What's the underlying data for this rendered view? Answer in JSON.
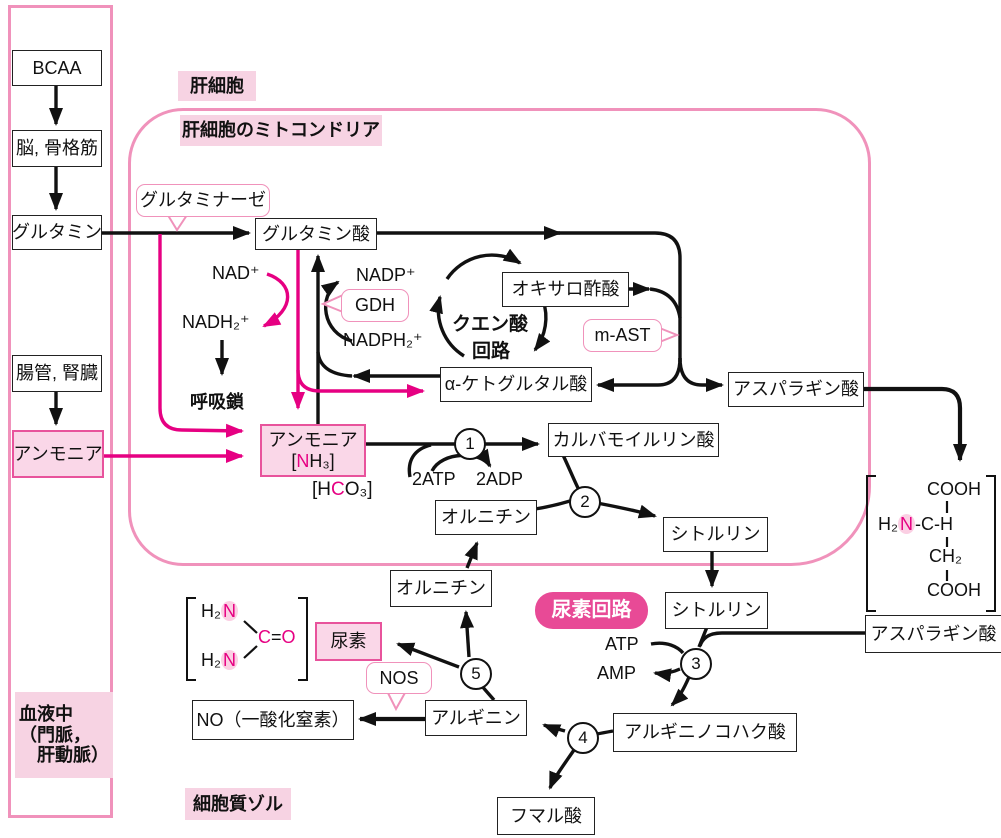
{
  "regions": {
    "hepatocyte_label": "肝細胞",
    "mitochondria_label": "肝細胞のミトコンドリア",
    "cytosol_label": "細胞質ゾル",
    "urea_cycle_badge": "尿素回路",
    "blood_label_lines": [
      "血液中",
      "（門脈，",
      "　肝動脈）"
    ]
  },
  "blood_column": {
    "bcaa": "BCAA",
    "brain_muscle": "脳, 骨格筋",
    "glutamine": "グルタミン",
    "intestine_kidney": "腸管, 腎臓",
    "ammonia": "アンモニア"
  },
  "enzymes": {
    "glutaminase": "グルタミナーゼ",
    "gdh": "GDH",
    "m_ast": "m-AST",
    "nos": "NOS"
  },
  "metabolites": {
    "glutamate": "グルタミン酸",
    "oxaloacetate": "オキサロ酢酸",
    "alpha_ketoglutarate": "α-ケトグルタル酸",
    "aspartate_top": "アスパラギン酸",
    "aspartate_bottom": "アスパラギン酸",
    "ammonia_line1": "アンモニア",
    "ammonia_nh3": {
      "open": "[",
      "n": "N",
      "rest": "H₃]"
    },
    "hco3": {
      "open": "[H",
      "c": "C",
      "rest": "O₃]"
    },
    "carbamoyl_phosphate": "カルバモイルリン酸",
    "ornithine_mito": "オルニチン",
    "ornithine_cyto": "オルニチン",
    "citrulline_mito": "シトルリン",
    "citrulline_cyto": "シトルリン",
    "argininosuccinate": "アルギニノコハク酸",
    "arginine": "アルギニン",
    "fumarate": "フマル酸",
    "urea": "尿素",
    "nitric_oxide": "NO（一酸化窒素）"
  },
  "cofactors": {
    "nad": "NAD⁺",
    "nadh2": "NADH₂⁺",
    "nadp": "NADP⁺",
    "nadph2": "NADPH₂⁺",
    "atp2": "2ATP",
    "adp2": "2ADP",
    "atp": "ATP",
    "amp": "AMP"
  },
  "texts": {
    "citric_line1": "クエン酸",
    "citric_line2": "回路",
    "respiratory_chain": "呼吸鎖"
  },
  "steps": [
    "1",
    "2",
    "3",
    "4",
    "5"
  ],
  "structures": {
    "urea": {
      "h2_top": "H₂",
      "n_top": "N",
      "c": "C",
      "eq": "=",
      "o": "O",
      "h2_bot": "H₂",
      "n_bot": "N"
    },
    "aspartate": {
      "cooh_top": "COOH",
      "h2": "H₂",
      "n": "N",
      "chain": "-C-H",
      "ch2": "CH₂",
      "cooh_bot": "COOH"
    }
  },
  "colors": {
    "magenta": "#e60082",
    "pink_border": "#f092bb",
    "pink_fill": "#fad7e8",
    "badge_fill": "#e84a96"
  }
}
